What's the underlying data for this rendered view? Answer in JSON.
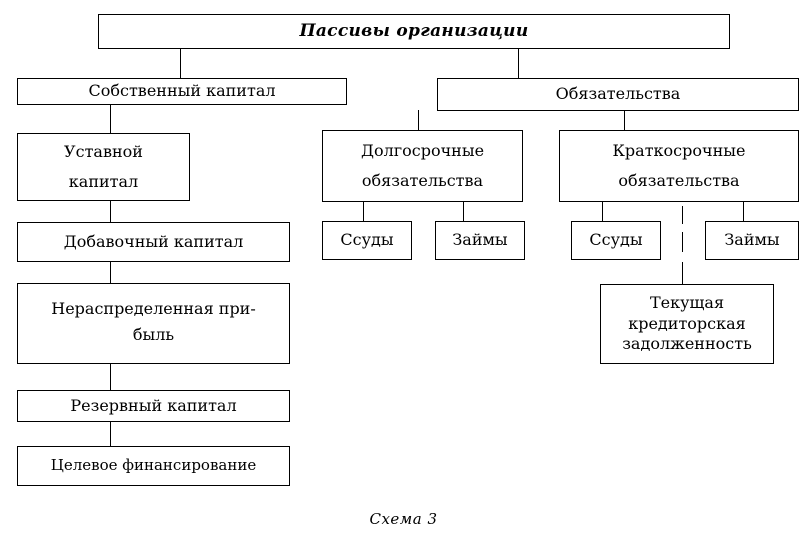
{
  "diagram": {
    "root": "Пассивы организации",
    "equity": {
      "title": "Собственный капитал",
      "items": [
        "Уставной\nкапитал",
        "Добавочный капитал",
        "Нераспределенная при-\nбыль",
        "Резервный капитал",
        "Целевое финансирование"
      ]
    },
    "liabilities": {
      "title": "Обязательства",
      "long_term": {
        "title": "Долгосрочные\nобязательства",
        "loans": "Ссуды",
        "borrowings": "Займы"
      },
      "short_term": {
        "title": "Краткосрочные\nобязательства",
        "loans": "Ссуды",
        "borrowings": "Займы",
        "payables": "Текущая\nкредиторская\nзадолженность"
      }
    },
    "caption": "Схема 3"
  }
}
